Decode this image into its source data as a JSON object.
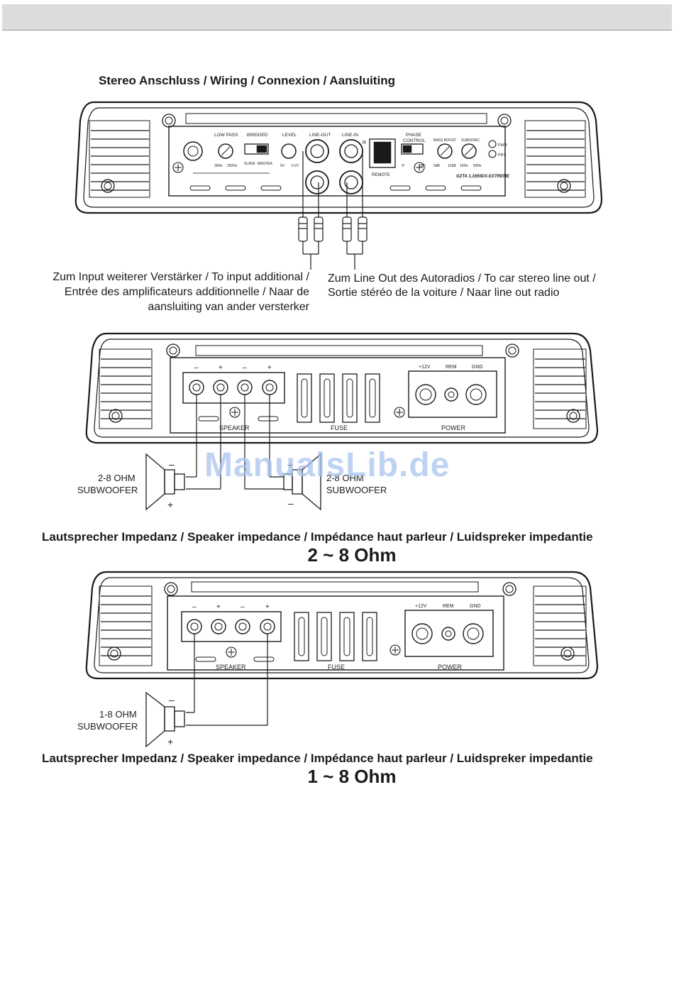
{
  "page": {
    "title": "Stereo Anschluss / Wiring / Connexion / Aansluiting",
    "watermark": "ManualsLib.de"
  },
  "amp_top": {
    "labels": {
      "low_pass": "LOW PASS",
      "bridged": "BRIDGED",
      "level": "LEVEL",
      "line_out": "LINE-OUT",
      "line_in": "LINE-IN",
      "phase": "PHASE",
      "control": "CONTROL",
      "bass_boost": "BASS BOOST",
      "subsonic": "SUBSONIC",
      "pwr": "PWR",
      "prt": "PRT",
      "remote": "REMOTE",
      "r": "R",
      "lp_min": "30Hz",
      "lp_max": "250Hz",
      "slave": "SLAVE",
      "master": "MASTER",
      "lvl_min": "5V",
      "lvl_max": "0.2V",
      "ph_min": "0°",
      "ph_max": "180°",
      "bb_min": "0dB",
      "bb_max": "12dB",
      "sub_min": "10Hz",
      "sub_max": "50Hz",
      "model": "GZTA 1.1650DX-EXTREME"
    },
    "caption_left": [
      "Zum Input weiterer Verstärker / To input additional /",
      "Entrée des amplificateurs additionnelle / Naar de",
      "aansluiting van ander versterker"
    ],
    "caption_right": [
      "Zum Line Out des Autoradios / To car stereo line out /",
      "Sortie stéréo de la voiture / Naar line out radio"
    ]
  },
  "amp_mid": {
    "terminals": [
      "–",
      "+",
      "–",
      "+"
    ],
    "speaker_label": "SPEAKER",
    "fuse_label": "FUSE",
    "power_label": "POWER",
    "power_terminals": [
      "+12V",
      "REM",
      "GND"
    ],
    "sub1_label": [
      "2-8 OHM",
      "SUBWOOFER"
    ],
    "sub2_label": [
      "2-8 OHM",
      "SUBWOOFER"
    ],
    "sub1_pol": [
      "–",
      "+"
    ],
    "sub2_pol": [
      "+",
      "–"
    ],
    "impedance_heading": "Lautsprecher Impedanz / Speaker impedance / Impédance haut parleur / Luidspreker impedantie",
    "impedance_value": "2 ~ 8 Ohm"
  },
  "amp_bottom": {
    "terminals": [
      "–",
      "+",
      "–",
      "+"
    ],
    "speaker_label": "SPEAKER",
    "fuse_label": "FUSE",
    "power_label": "POWER",
    "power_terminals": [
      "+12V",
      "REM",
      "GND"
    ],
    "sub_label": [
      "1-8 OHM",
      "SUBWOOFER"
    ],
    "sub_pol": [
      "–",
      "+"
    ],
    "impedance_heading": "Lautsprecher Impedanz / Speaker impedance / Impédance haut parleur / Luidspreker impedantie",
    "impedance_value": "1 ~ 8 Ohm"
  }
}
